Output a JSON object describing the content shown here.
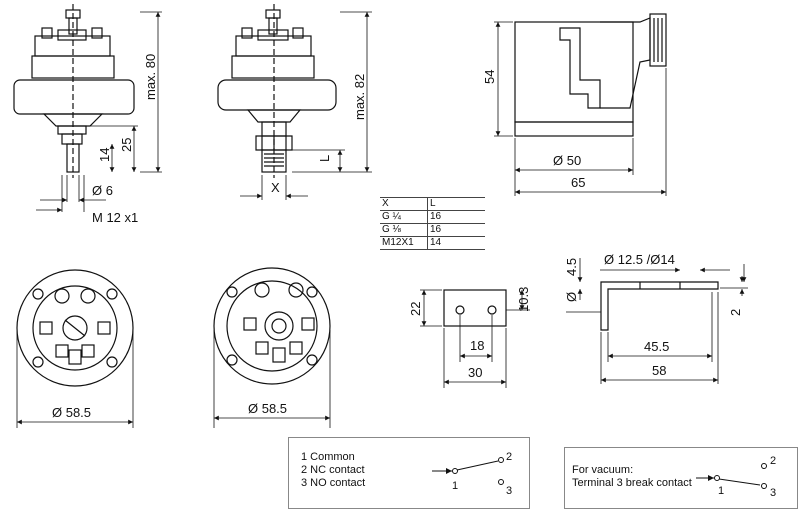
{
  "dimensions": {
    "max80": "max. 80",
    "d25": "25",
    "d14": "14",
    "dia6": "Ø 6",
    "m12": "M 12 x1",
    "max82": "max. 82",
    "l": "L",
    "x": "X",
    "d54": "54",
    "dia50": "Ø 50",
    "d65": "65",
    "dia58_5_left": "Ø 58.5",
    "dia58_5_right": "Ø 58.5",
    "d22": "22",
    "d10_3": "10.3",
    "d18": "18",
    "d30": "30",
    "d4_5": "4.5",
    "dia12_5": "Ø 12.5 /Ø14",
    "dia_small": "Ø",
    "d2": "2",
    "d45_5": "45.5",
    "d58": "58"
  },
  "thread_table": {
    "headers": [
      "X",
      "L"
    ],
    "rows": [
      [
        "G ¼",
        "16"
      ],
      [
        "G ⅛",
        "16"
      ],
      [
        "M12X1",
        "14"
      ]
    ]
  },
  "contact_box_left": {
    "lines": [
      "1 Common",
      "2 NC contact",
      "3 NO contact"
    ],
    "terminals": [
      "1",
      "2",
      "3"
    ]
  },
  "contact_box_right": {
    "lines": [
      "For vacuum:",
      "Terminal 3 break contact"
    ],
    "terminals": [
      "1",
      "2",
      "3"
    ]
  },
  "colors": {
    "line": "#111111",
    "box_border": "#888888"
  }
}
